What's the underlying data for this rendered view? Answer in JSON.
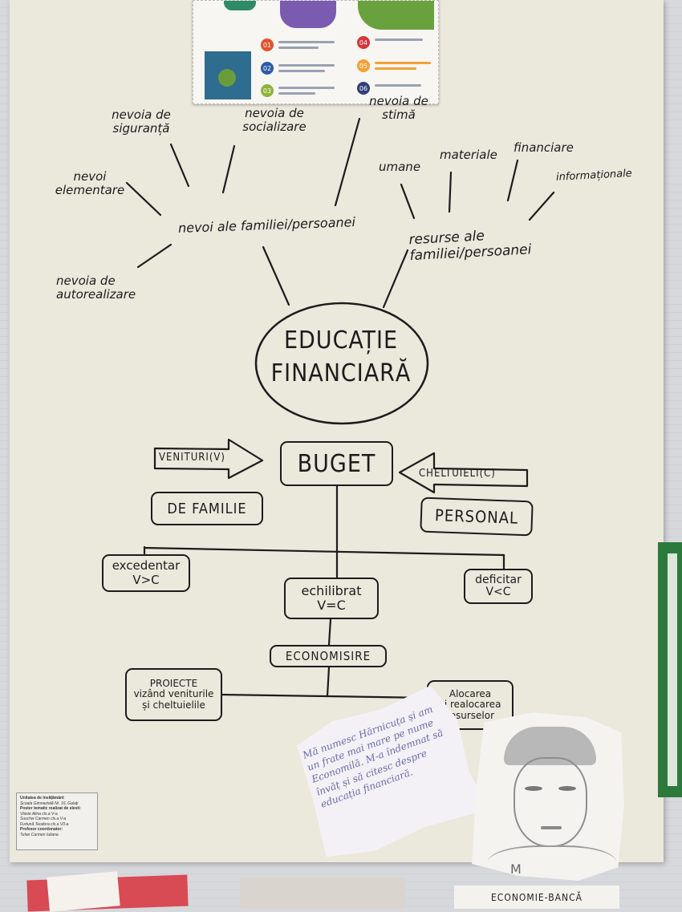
{
  "flyer": {
    "numbers": [
      "01",
      "02",
      "03",
      "04",
      "05",
      "06"
    ],
    "colors": [
      "#e3522d",
      "#2e5aa7",
      "#8fb33b",
      "#d9353a",
      "#f0a236",
      "#2e3e7a"
    ]
  },
  "needs": {
    "center": "nevoi ale familiei/persoanei",
    "items": [
      "nevoi elementare",
      "nevoia de siguranță",
      "nevoia de socializare",
      "nevoia de stimă",
      "nevoia de autorealizare"
    ]
  },
  "resources": {
    "center": "resurse ale familiei/persoanei",
    "items": [
      "umane",
      "materiale",
      "financiare",
      "informaționale"
    ]
  },
  "main_title": "EDUCAȚIE FINANCIARĂ",
  "budget": {
    "title": "BUGET",
    "income_arrow": "VENITURI(V)",
    "expense_arrow": "CHELTUIELI(C)",
    "family": "DE FAMILIE",
    "personal": "PERSONAL",
    "surplus": "excedentar\nV>C",
    "balanced": "echilibrat\nV=C",
    "deficit": "deficitar\nV<C",
    "savings": "ECONOMISIRE",
    "projects": "PROIECTE\nvizând veniturile\nși cheltuielile",
    "allocation": "Alocarea\nși realocarea\nresurselor"
  },
  "paper_note": "Mă numesc Hărnicuța și am un frate mai mare pe nume Economilă. M-a îndemnat să învăț și să citesc despre educația financiară.",
  "drawing_signature": "M",
  "credits_card": {
    "lines": [
      "Unitatea de învățământ",
      "Școala Gimnazială Nr. 16, Galați",
      "Poster tematic realizat de elevii:",
      "Vlasie Alina cls.a V-a",
      "Suschw Carmen cls.a V-a",
      "Furtună Teodora cls.a VII-a",
      "Profesor coordonator:",
      "Tufan Carmen Iuliana"
    ]
  },
  "bottom_label": "ECONOMIE-BANCĂ"
}
